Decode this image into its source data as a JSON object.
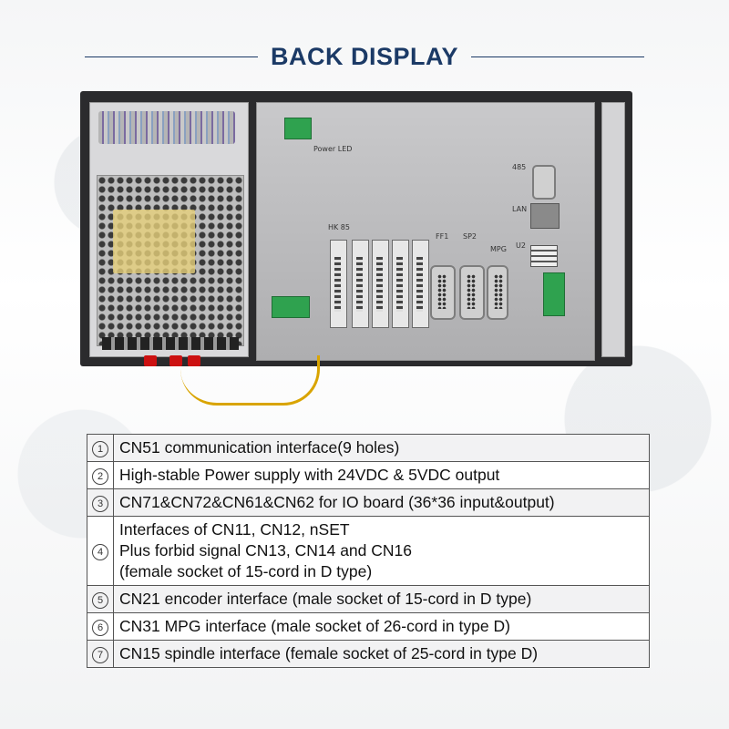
{
  "header": {
    "title": "BACK DISPLAY"
  },
  "device_labels": {
    "rs485": "485",
    "lan": "LAN",
    "usb": "U2",
    "hk": "HK 85",
    "ff1": "FF1",
    "sp2": "SP2",
    "mpg": "MPG",
    "power": "Power LED"
  },
  "features": [
    {
      "num": "1",
      "text": "CN51 communication interface(9 holes)"
    },
    {
      "num": "2",
      "text": "High-stable Power supply with 24VDC & 5VDC output"
    },
    {
      "num": "3",
      "text": "CN71&CN72&CN61&CN62 for IO board (36*36 input&output)"
    },
    {
      "num": "4",
      "lines": [
        "Interfaces of CN11, CN12, nSET",
        "Plus forbid signal CN13, CN14 and CN16",
        "(female socket of 15-cord in D type)"
      ]
    },
    {
      "num": "5",
      "text": "CN21 encoder interface (male socket of 15-cord in D type)"
    },
    {
      "num": "6",
      "text": "CN31 MPG interface (male socket of 26-cord in type D)"
    },
    {
      "num": "7",
      "text": "CN15 spindle interface (female socket of 25-cord in type D)"
    }
  ]
}
